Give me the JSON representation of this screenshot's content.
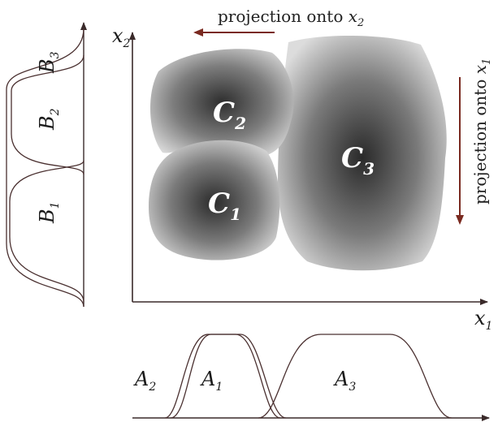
{
  "axes": {
    "x_label_base": "x",
    "x_label_sub": "1",
    "y_label_base": "x",
    "y_label_sub": "2"
  },
  "clusters": [
    {
      "base": "C",
      "sub": "1"
    },
    {
      "base": "C",
      "sub": "2"
    },
    {
      "base": "C",
      "sub": "3"
    }
  ],
  "projections": {
    "top_text_main": "projection onto ",
    "top_text_var": "x",
    "top_text_sub": "2",
    "right_text_main": "projection onto ",
    "right_text_var": "x",
    "right_text_sub": "1"
  },
  "bottom_sets": [
    {
      "base": "A",
      "sub": "2"
    },
    {
      "base": "A",
      "sub": "1"
    },
    {
      "base": "A",
      "sub": "3"
    }
  ],
  "left_sets": [
    {
      "base": "B",
      "sub": "3"
    },
    {
      "base": "B",
      "sub": "2"
    },
    {
      "base": "B",
      "sub": "1"
    }
  ],
  "colors": {
    "line": "#3a2a2a",
    "arrow": "#7a2a20",
    "cluster_center": "#2b2b2b",
    "cluster_edge": "#d6d6d6"
  }
}
